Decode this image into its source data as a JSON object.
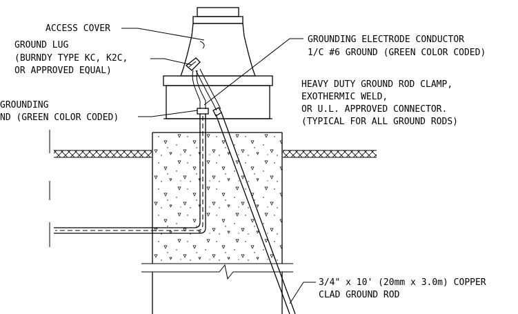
{
  "labels": {
    "access_cover": "ACCESS COVER",
    "ground_lug": [
      "GROUND LUG",
      "(BURNDY TYPE KC, K2C,",
      "OR APPROVED EQUAL)"
    ],
    "grounding_conductor": [
      "GROUNDING",
      "ND (GREEN COLOR CODED)"
    ],
    "electrode_conductor": [
      "GROUNDING ELECTRODE CONDUCTOR",
      "1/C #6 GROUND (GREEN COLOR CODED)"
    ],
    "clamp": [
      "HEAVY DUTY GROUND ROD CLAMP,",
      "EXOTHERMIC WELD,",
      "OR U.L. APPROVED CONNECTOR.",
      "(TYPICAL FOR ALL GROUND RODS)"
    ],
    "ground_rod": [
      "3/4\" x 10' (20mm x 3.0m) COPPER",
      "CLAD GROUND ROD"
    ]
  }
}
